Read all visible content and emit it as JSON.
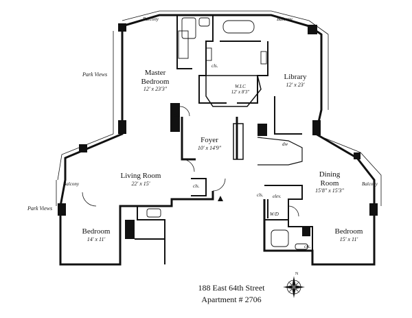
{
  "rooms": {
    "master_bedroom": {
      "name_line1": "Master",
      "name_line2": "Bedroom",
      "size": "12' x 23'3\""
    },
    "library": {
      "name": "Library",
      "size": "12' x 23'"
    },
    "wic": {
      "name": "W.I.C",
      "size": "12' x 8'3\""
    },
    "foyer": {
      "name": "Foyer",
      "size": "10' x 14'9\""
    },
    "living_room": {
      "name": "Living Room",
      "size": "22' x 15'"
    },
    "dining_room": {
      "name_line1": "Dining",
      "name_line2": "Room",
      "size": "15'8\" x 15'3\""
    },
    "bedroom_left": {
      "name": "Bedroom",
      "size": "14' x 11'"
    },
    "bedroom_right": {
      "name": "Bedroom",
      "size": "15' x 11'"
    }
  },
  "small_labels": {
    "cls": "cls.",
    "elev": "elev.",
    "wd": "W/D",
    "dw": "dw",
    "balcony": "Balcony"
  },
  "side_labels": {
    "park_views_top": "Park Views",
    "park_views_bottom": "Park Views"
  },
  "address": {
    "line1": "188 East 64th Street",
    "line2": "Apartment # 2706"
  },
  "compass": {
    "label": "N"
  }
}
